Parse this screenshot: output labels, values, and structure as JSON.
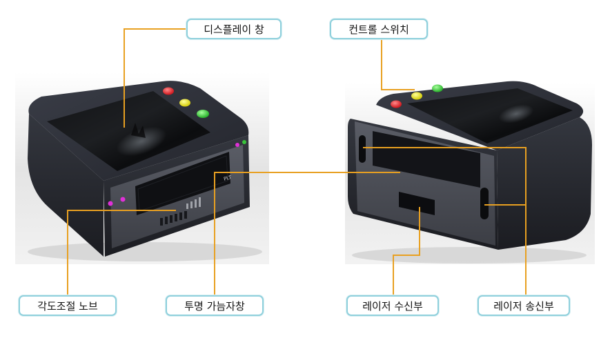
{
  "labels": {
    "display_window": "디스플레이 창",
    "control_switch": "컨트롤 스위치",
    "angle_knob": "각도조절 노브",
    "transparent_window": "투명 가늠자창",
    "laser_receiver": "레이저 수신부",
    "laser_transmitter": "레이저 송신부"
  },
  "device_logo": "PLT",
  "colors": {
    "leader_line": "#e8a021",
    "label_border": "#8fd0dc",
    "device_body": "#2c2f38",
    "led_red": "#e0242a",
    "led_yellow": "#e8e21a",
    "led_green": "#38c43a",
    "led_magenta": "#e030d8"
  }
}
